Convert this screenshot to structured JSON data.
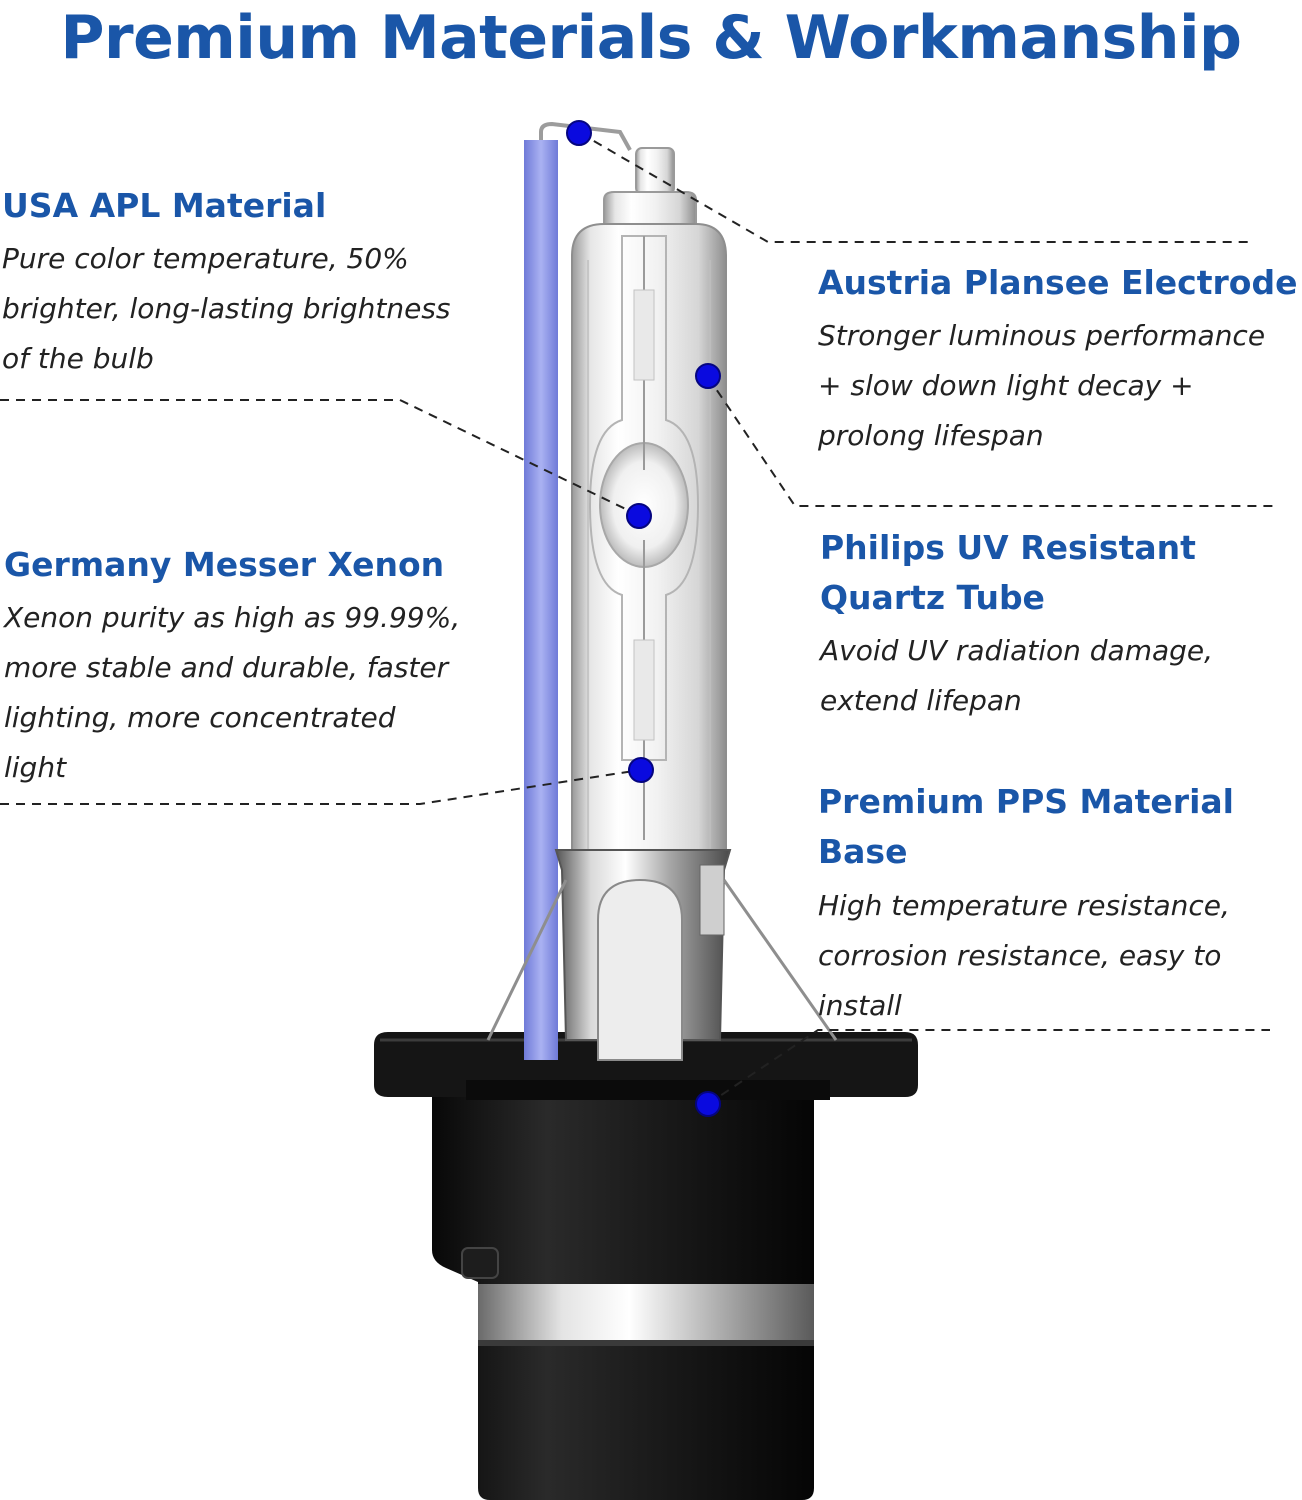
{
  "title": "Premium Materials & Workmanship",
  "colors": {
    "heading": "#1a56a8",
    "body_text": "#222222",
    "callout_dot": "#0a0adf",
    "leader_line": "#222222",
    "base_plastic": "#141414",
    "blue_wire": "#8a95e6"
  },
  "illustration": {
    "subject": "D2S xenon HID headlight bulb with quartz tube, metal clip and black base",
    "icon": "bulb-illustration"
  },
  "features": {
    "apl": {
      "heading": "USA APL Material",
      "lines": [
        "Pure color temperature, 50%",
        "brighter, long-lasting brightness",
        "of the bulb"
      ]
    },
    "xenon": {
      "heading": "Germany Messer Xenon",
      "lines": [
        "Xenon purity as high as 99.99%,",
        "more stable and durable, faster",
        "lighting, more concentrated",
        "light"
      ]
    },
    "electrode": {
      "heading": "Austria Plansee Electrode",
      "lines": [
        "Stronger luminous performance",
        "+ slow down light decay +",
        "prolong lifespan"
      ]
    },
    "quartz": {
      "heading_lines": [
        "Philips UV Resistant",
        "Quartz Tube"
      ],
      "lines": [
        "Avoid UV radiation damage,",
        "extend lifepan"
      ]
    },
    "pps": {
      "heading_lines": [
        "Premium PPS Material",
        "Base"
      ],
      "lines": [
        "High temperature resistance,",
        "corrosion resistance, easy to",
        "install"
      ]
    }
  }
}
